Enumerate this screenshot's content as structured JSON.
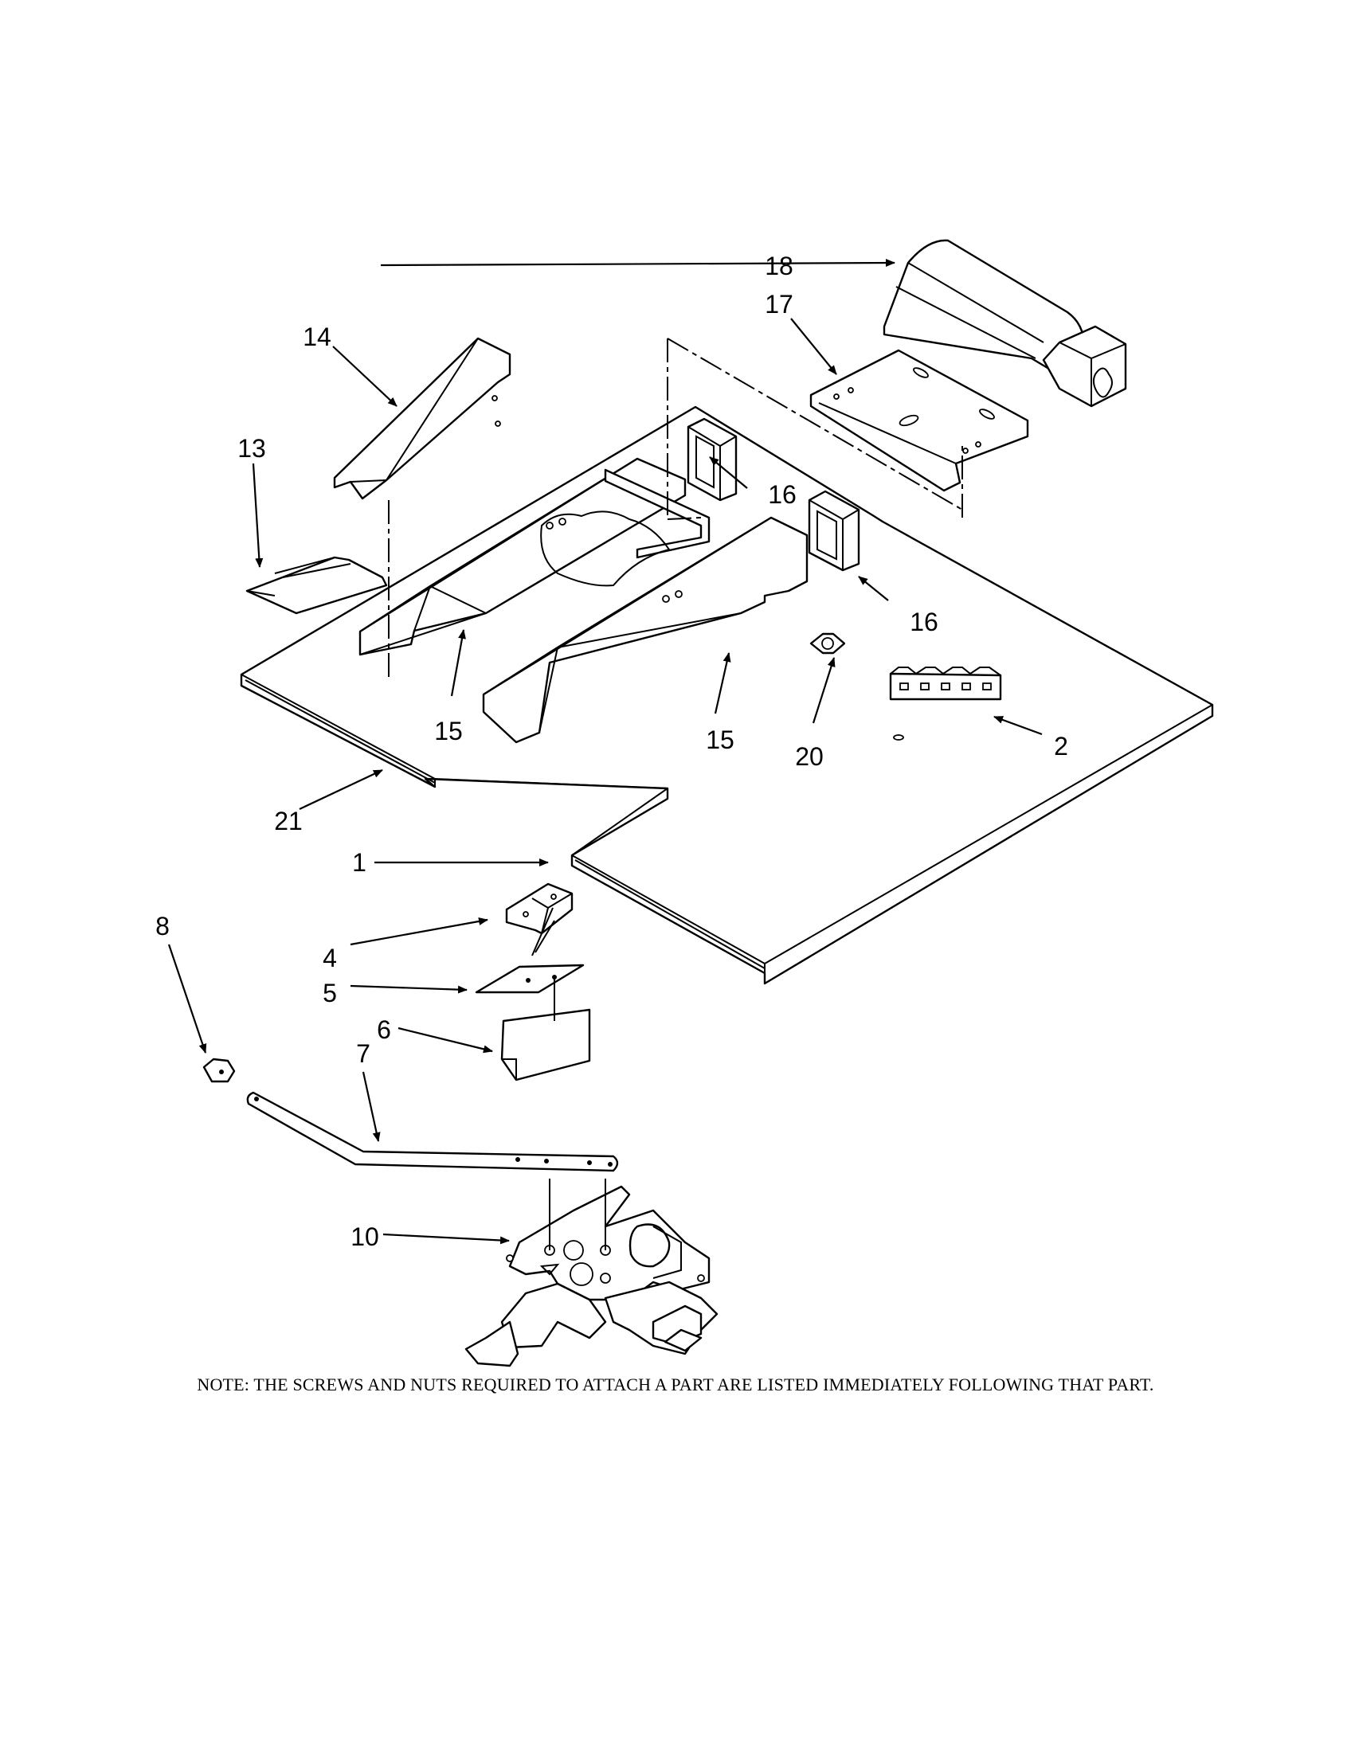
{
  "diagram": {
    "callouts": [
      {
        "id": "c1",
        "label": "1"
      },
      {
        "id": "c2",
        "label": "2"
      },
      {
        "id": "c4",
        "label": "4"
      },
      {
        "id": "c5",
        "label": "5"
      },
      {
        "id": "c6",
        "label": "6"
      },
      {
        "id": "c7",
        "label": "7"
      },
      {
        "id": "c8",
        "label": "8"
      },
      {
        "id": "c10",
        "label": "10"
      },
      {
        "id": "c13",
        "label": "13"
      },
      {
        "id": "c14",
        "label": "14"
      },
      {
        "id": "c15a",
        "label": "15"
      },
      {
        "id": "c15b",
        "label": "15"
      },
      {
        "id": "c16a",
        "label": "16"
      },
      {
        "id": "c16b",
        "label": "16"
      },
      {
        "id": "c17",
        "label": "17"
      },
      {
        "id": "c18",
        "label": "18"
      },
      {
        "id": "c20",
        "label": "20"
      },
      {
        "id": "c21",
        "label": "21"
      }
    ]
  },
  "note": "NOTE: THE SCREWS AND NUTS REQUIRED TO ATTACH A PART ARE LISTED IMMEDIATELY FOLLOWING THAT PART."
}
